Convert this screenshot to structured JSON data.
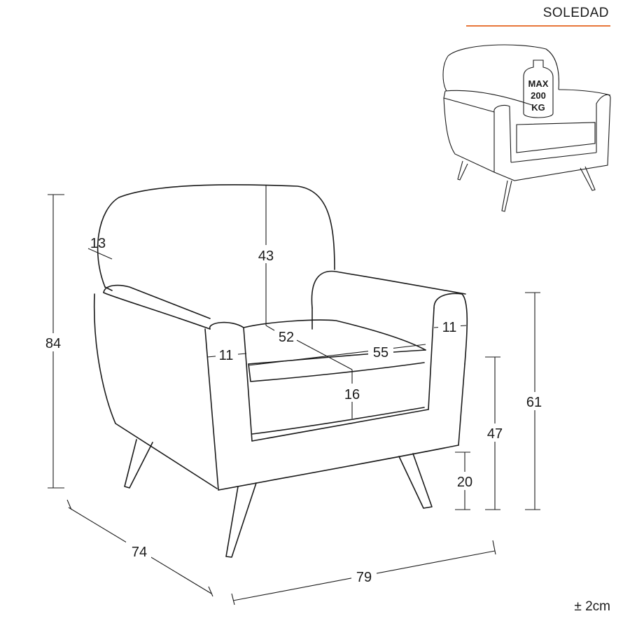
{
  "header": {
    "title": "SOLEDAD",
    "accent_color": "#e8763a"
  },
  "capacity_badge": {
    "line1": "MAX",
    "line2": "200",
    "line3": "KG"
  },
  "dimensions": {
    "total_height": "84",
    "back_thickness": "13",
    "back_height": "43",
    "seat_depth": "52",
    "seat_width": "55",
    "arm_width_left": "11",
    "arm_width_right": "11",
    "cushion_thickness": "16",
    "arm_height": "61",
    "seat_height": "47",
    "leg_height": "20",
    "depth": "74",
    "width": "79"
  },
  "footer": {
    "tolerance": "± 2cm"
  }
}
